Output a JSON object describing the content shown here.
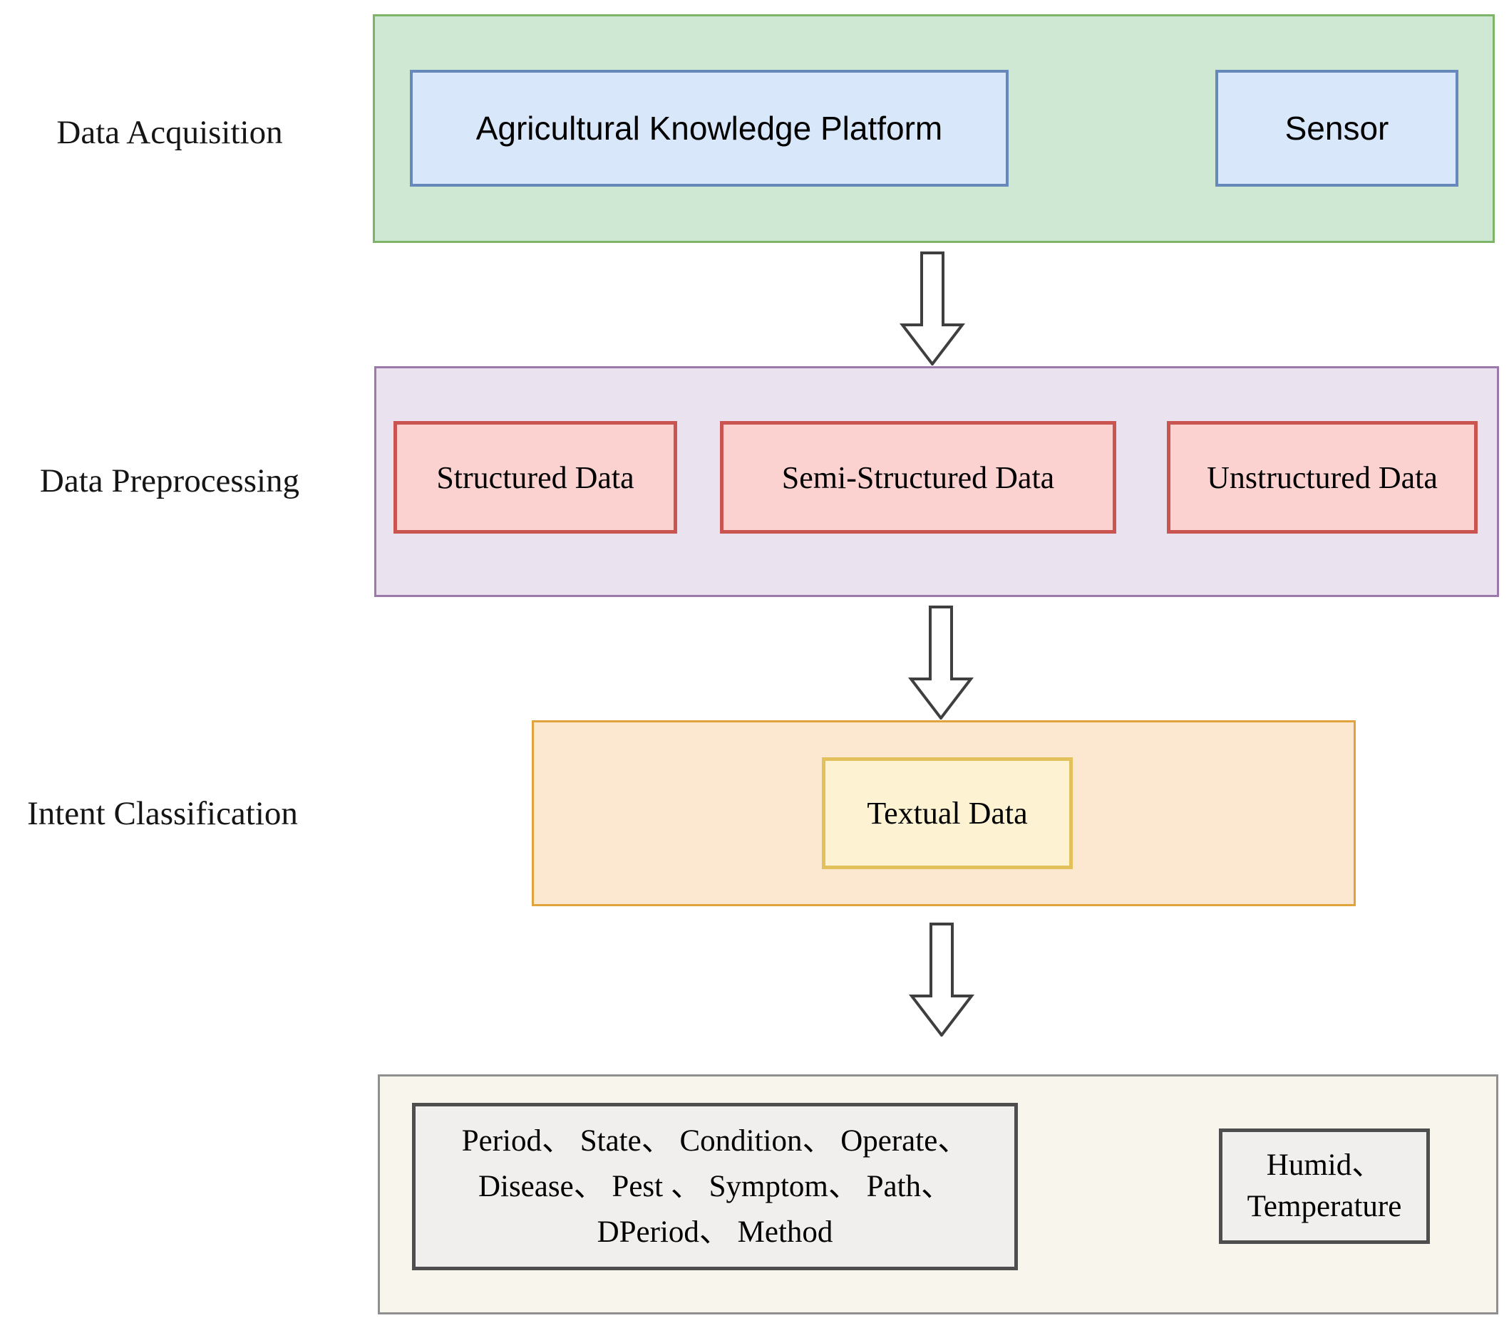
{
  "labels": {
    "acquisition": "Data Acquisition",
    "preprocessing": "Data Preprocessing",
    "intent": "Intent Classification"
  },
  "boxes": {
    "platform": "Agricultural Knowledge Platform",
    "sensor": "Sensor",
    "structured": "Structured Data",
    "semi_structured": "Semi-Structured Data",
    "unstructured": "Unstructured Data",
    "textual": "Textual Data"
  },
  "output": {
    "intent_entities": {
      "line1": "Period、 State、 Condition、 Operate、",
      "line2": "Disease、 Pest 、 Symptom、 Path、",
      "line3": "DPeriod、 Method"
    },
    "sensor_entities": {
      "line1": "Humid、",
      "line2": "Temperature"
    }
  },
  "icons": {
    "down_arrow": "⇩"
  },
  "colors": {
    "green_fill": "#cfe8d3",
    "green_border": "#7db46a",
    "blue_fill": "#d8e7fa",
    "blue_border": "#6688ba",
    "purple_fill": "#ebe2ef",
    "purple_border": "#9b79ab",
    "red_fill": "#fcd2d0",
    "red_border": "#ca544f",
    "orange_fill": "#fce8d0",
    "orange_border": "#e1a33b",
    "yellow_fill": "#fdf3d2",
    "yellow_border": "#e2c05c",
    "cream_fill": "#f8f5ec",
    "cream_border": "#8f8f8f",
    "gray_fill": "#f0efee",
    "gray_border": "#4e4e4e",
    "arrow_outline": "#3f3f3f"
  }
}
